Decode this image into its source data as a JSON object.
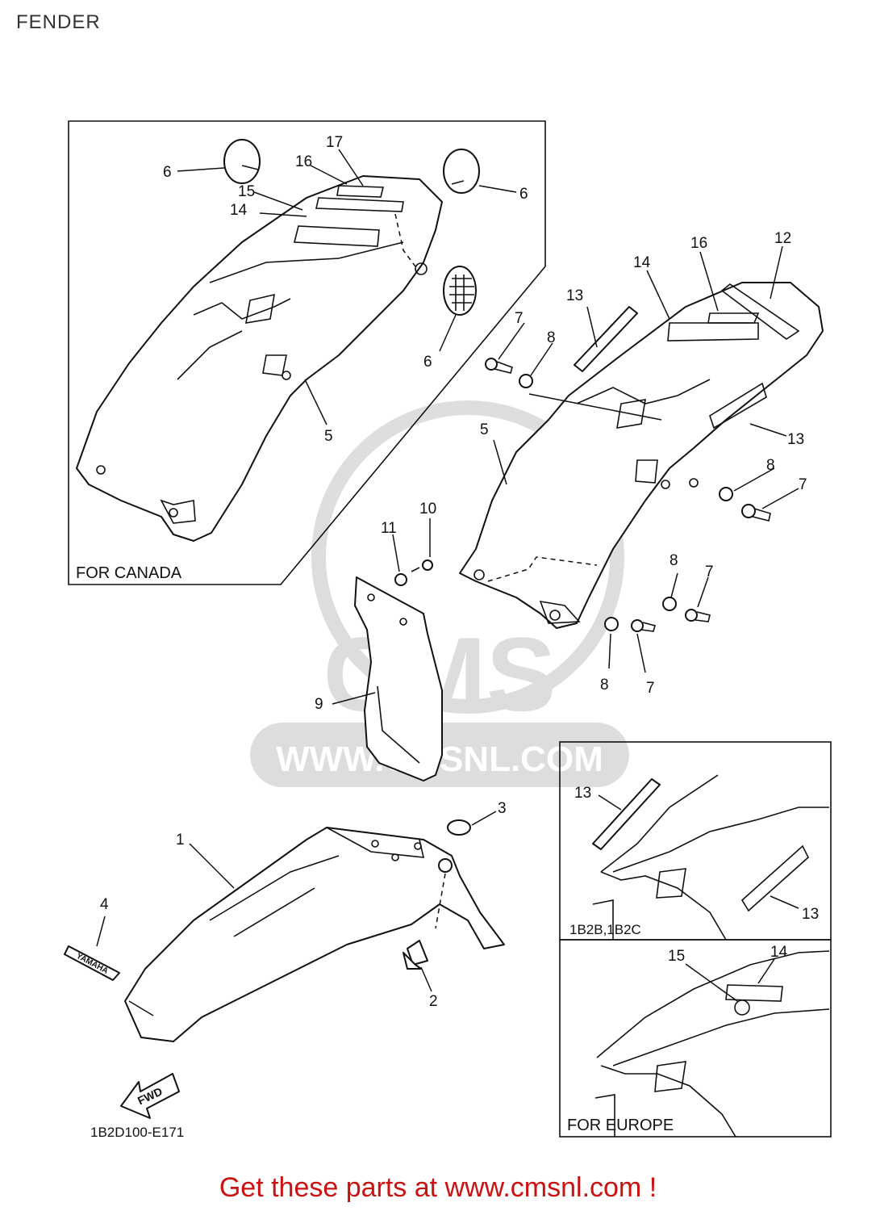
{
  "title": "FENDER",
  "watermark": {
    "brand": "CMS",
    "url": "WWW.CMSNL.COM"
  },
  "footer": "Get these parts at www.cmsnl.com !",
  "diagram_code": "1B2D100-E171",
  "fwd_label": "FWD",
  "decal_text": "YAMAHA",
  "insets": {
    "canada": "FOR CANADA",
    "models": "1B2B,1B2C",
    "europe": "FOR EUROPE"
  },
  "callouts": {
    "c1": "1",
    "c2": "2",
    "c3": "3",
    "c4": "4",
    "c5a": "5",
    "c5b": "5",
    "c6a": "6",
    "c6b": "6",
    "c6c": "6",
    "c7a": "7",
    "c7b": "7",
    "c7c": "7",
    "c7d": "7",
    "c8a": "8",
    "c8b": "8",
    "c8c": "8",
    "c8d": "8",
    "c9": "9",
    "c10": "10",
    "c11": "11",
    "c12": "12",
    "c13a": "13",
    "c13b": "13",
    "c13c": "13",
    "c13d": "13",
    "c14a": "14",
    "c14b": "14",
    "c14c": "14",
    "c15a": "15",
    "c15b": "15",
    "c16a": "16",
    "c16b": "16",
    "c17": "17"
  }
}
